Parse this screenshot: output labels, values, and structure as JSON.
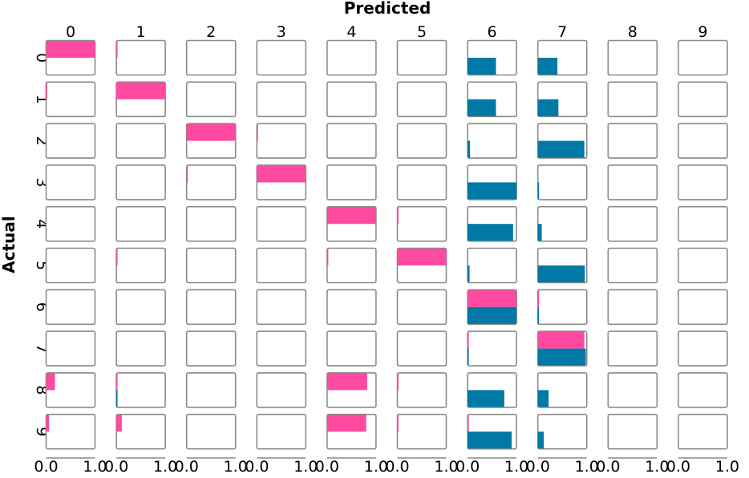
{
  "chart_data": {
    "type": "bar",
    "title": "",
    "xlabel": "Predicted",
    "ylabel": "Actual",
    "row_labels": [
      "0",
      "1",
      "2",
      "3",
      "4",
      "5",
      "6",
      "7",
      "8",
      "9"
    ],
    "col_labels": [
      "0",
      "1",
      "2",
      "3",
      "4",
      "5",
      "6",
      "7",
      "8",
      "9"
    ],
    "xlim": [
      0,
      1
    ],
    "x_tick_labels": [
      "0.0",
      "1.0"
    ],
    "colors": {
      "top": "#ff4aa0",
      "bottom": "#0079a7"
    },
    "top_bars": [
      [
        1.0,
        0.02,
        0,
        0,
        0,
        0,
        0,
        0,
        0,
        0
      ],
      [
        0.02,
        1.0,
        0,
        0,
        0,
        0,
        0,
        0,
        0,
        0
      ],
      [
        0,
        0,
        1.0,
        0.02,
        0,
        0,
        0,
        0,
        0,
        0
      ],
      [
        0,
        0,
        0.01,
        1.0,
        0,
        0,
        0,
        0,
        0,
        0
      ],
      [
        0,
        0,
        0,
        0,
        1.0,
        0.01,
        0,
        0,
        0,
        0
      ],
      [
        0,
        0.01,
        0,
        0,
        0.02,
        1.0,
        0,
        0,
        0,
        0
      ],
      [
        0,
        0,
        0,
        0,
        0,
        0,
        1.0,
        0.02,
        0,
        0
      ],
      [
        0,
        0,
        0,
        0,
        0,
        0,
        0.02,
        0.95,
        0,
        0
      ],
      [
        0.18,
        0.01,
        0,
        0,
        0.82,
        0.01,
        0,
        0,
        0,
        0
      ],
      [
        0.06,
        0.11,
        0,
        0,
        0.8,
        0.01,
        0.01,
        0,
        0,
        0
      ]
    ],
    "bottom_bars": [
      [
        0,
        0,
        0,
        0,
        0,
        0,
        0.58,
        0.4,
        0,
        0
      ],
      [
        0,
        0,
        0,
        0,
        0,
        0,
        0.58,
        0.42,
        0,
        0
      ],
      [
        0,
        0,
        0,
        0,
        0,
        0,
        0.05,
        0.95,
        0,
        0
      ],
      [
        0,
        0,
        0,
        0,
        0,
        0,
        1.0,
        0.02,
        0,
        0
      ],
      [
        0,
        0,
        0,
        0,
        0,
        0,
        0.93,
        0.08,
        0,
        0
      ],
      [
        0,
        0,
        0,
        0,
        0,
        0,
        0.04,
        0.96,
        0,
        0
      ],
      [
        0,
        0,
        0,
        0,
        0,
        0,
        1.0,
        0.02,
        0,
        0
      ],
      [
        0,
        0,
        0,
        0,
        0,
        0,
        0.02,
        0.98,
        0,
        0
      ],
      [
        0,
        0.02,
        0,
        0,
        0,
        0,
        0.75,
        0.22,
        0,
        0
      ],
      [
        0,
        0,
        0,
        0,
        0,
        0,
        0.9,
        0.12,
        0,
        0
      ]
    ]
  }
}
